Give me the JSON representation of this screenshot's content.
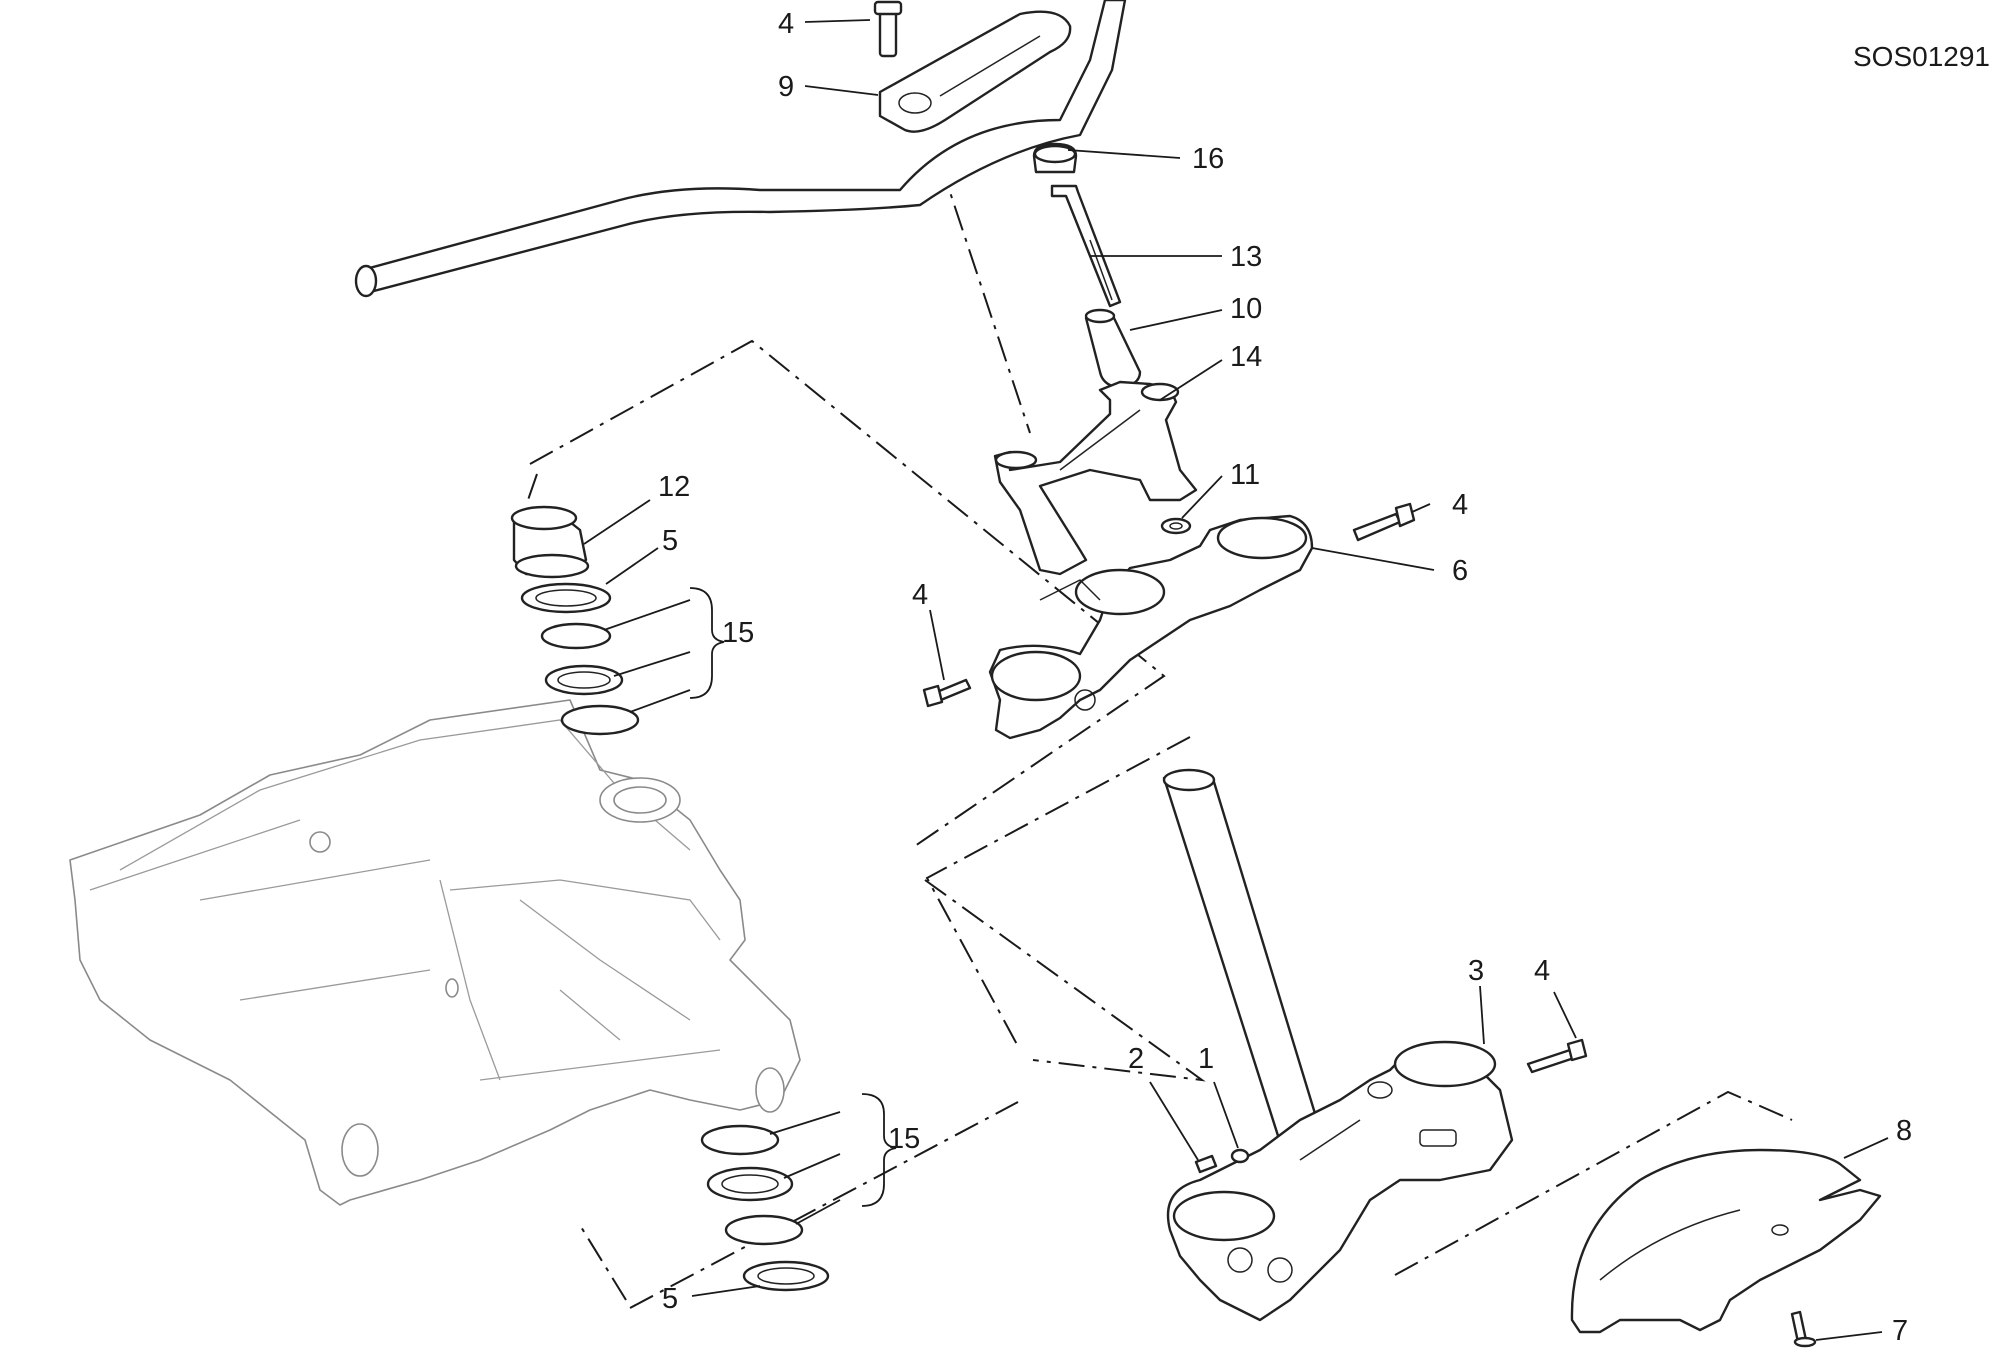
{
  "diagram": {
    "drawing_code": "SOS01291",
    "callouts": [
      {
        "id": "c-4-top-screw",
        "text": "4"
      },
      {
        "id": "c-9-clamp",
        "text": "9"
      },
      {
        "id": "c-16-cap",
        "text": "16"
      },
      {
        "id": "c-13-bolt",
        "text": "13"
      },
      {
        "id": "c-10-spacer",
        "text": "10"
      },
      {
        "id": "c-14-riser",
        "text": "14"
      },
      {
        "id": "c-11-washer",
        "text": "11"
      },
      {
        "id": "c-4-upper-right",
        "text": "4"
      },
      {
        "id": "c-6-top-yoke",
        "text": "6"
      },
      {
        "id": "c-4-upper-left",
        "text": "4"
      },
      {
        "id": "c-12-nut",
        "text": "12"
      },
      {
        "id": "c-5-upper-seal",
        "text": "5"
      },
      {
        "id": "c-15-upper-bearing",
        "text": "15"
      },
      {
        "id": "c-15-lower-bearing",
        "text": "15"
      },
      {
        "id": "c-5-lower-seal",
        "text": "5"
      },
      {
        "id": "c-3-bottom-yoke",
        "text": "3"
      },
      {
        "id": "c-4-lower-right",
        "text": "4"
      },
      {
        "id": "c-2-grub",
        "text": "2"
      },
      {
        "id": "c-1-nut",
        "text": "1"
      },
      {
        "id": "c-8-cover",
        "text": "8"
      },
      {
        "id": "c-7-screw",
        "text": "7"
      }
    ]
  }
}
